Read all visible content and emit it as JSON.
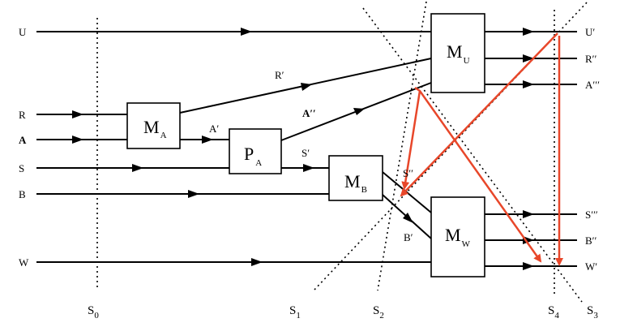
{
  "inputs": {
    "u": "U",
    "r": "R",
    "a": "A",
    "s": "S",
    "b": "B",
    "w": "W"
  },
  "outputs": {
    "u": "U′",
    "r": "R′′",
    "a": "A′′′",
    "s": "S′′′",
    "b": "B′′",
    "w": "W′"
  },
  "boxes": {
    "ma": {
      "main": "M",
      "sub": "A"
    },
    "pa": {
      "main": "P",
      "sub": "A"
    },
    "mb": {
      "main": "M",
      "sub": "B"
    },
    "mu": {
      "main": "M",
      "sub": "U"
    },
    "mw": {
      "main": "M",
      "sub": "W"
    }
  },
  "edges": {
    "r_prime": "R′",
    "a_prime": "A′",
    "a_dprime": "A′′",
    "s_prime": "S′",
    "s_dprime": "S′′",
    "b_prime": "B′"
  },
  "cuts": {
    "s0": {
      "main": "S",
      "sub": "0"
    },
    "s1": {
      "main": "S",
      "sub": "1"
    },
    "s2": {
      "main": "S",
      "sub": "2"
    },
    "s3": {
      "main": "S",
      "sub": "3"
    },
    "s4": {
      "main": "S",
      "sub": "4"
    }
  },
  "colors": {
    "highlight": "#e8472a",
    "line": "#000000",
    "background": "#ffffff"
  }
}
